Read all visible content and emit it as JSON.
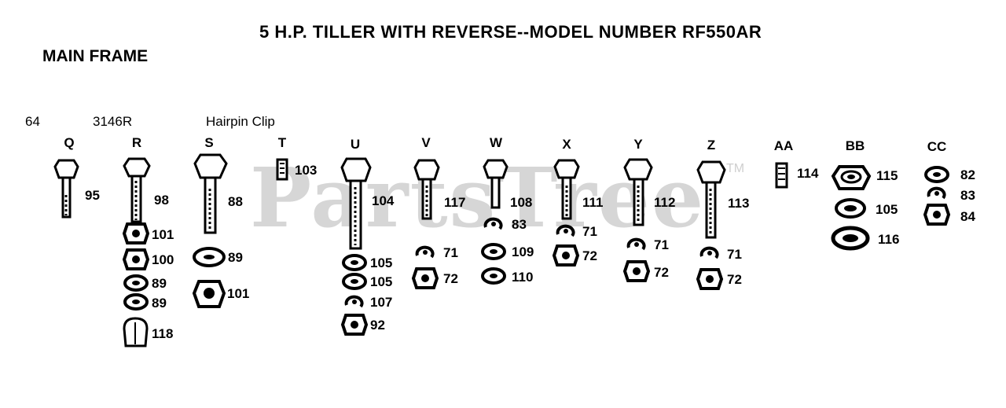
{
  "header": {
    "title": "5 H.P. TILLER WITH REVERSE--MODEL NUMBER RF550AR",
    "section": "MAIN FRAME"
  },
  "watermark": {
    "text": "PartsTree",
    "mark": "TM"
  },
  "notes": {
    "q": "64",
    "r": "3146R",
    "s": "Hairpin Clip"
  },
  "columns": [
    "Q",
    "R",
    "S",
    "T",
    "U",
    "V",
    "W",
    "X",
    "Y",
    "Z",
    "AA",
    "BB",
    "CC"
  ],
  "refs": {
    "q_bolt": "95",
    "r_bolt": "98",
    "r1": "101",
    "r2": "100",
    "r3": "89",
    "r4": "89",
    "r5": "118",
    "s_bolt": "88",
    "s1": "89",
    "s2": "101",
    "t_pin": "103",
    "u_bolt": "104",
    "u1": "105",
    "u2": "105",
    "u3": "107",
    "u4": "92",
    "v_bolt": "117",
    "v1": "71",
    "v2": "72",
    "w_bolt": "108",
    "w1": "83",
    "w2": "109",
    "w3": "110",
    "x_bolt": "111",
    "x1": "71",
    "x2": "72",
    "y_bolt": "112",
    "y1": "71",
    "y2": "72",
    "z_bolt": "113",
    "z1": "71",
    "z2": "72",
    "aa_stud": "114",
    "bb1": "115",
    "bb2": "105",
    "bb3": "116",
    "cc1": "82",
    "cc2": "83",
    "cc3": "84"
  }
}
